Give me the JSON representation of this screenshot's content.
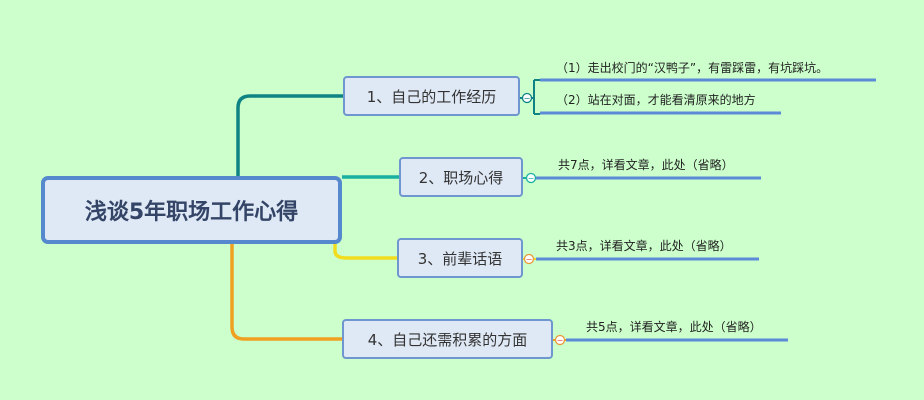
{
  "root": {
    "title": "浅谈5年职场工作心得"
  },
  "branches": [
    {
      "label": "1、自己的工作经历",
      "color": "#0f8383",
      "collapse_symbol": "−",
      "details": [
        "（1）走出校门的“汉鸭子”，有雷踩雷，有坑踩坑。",
        "（2）站在对面，才能看清原来的地方"
      ]
    },
    {
      "label": "2、职场心得",
      "color": "#1ab0a0",
      "collapse_symbol": "−",
      "details": [
        "共7点，详看文章，此处（省略）"
      ]
    },
    {
      "label": "3、前辈话语",
      "color": "#f2dc1e",
      "collapse_symbol": "−",
      "details": [
        "共3点，详看文章，此处（省略）"
      ]
    },
    {
      "label": "4、自己还需积累的方面",
      "color": "#f0a020",
      "collapse_symbol": "−",
      "details": [
        "共5点，详看文章，此处（省略）"
      ]
    }
  ],
  "colors": {
    "background": "#ccffcc",
    "leaf_line": "#5b8ad6"
  }
}
